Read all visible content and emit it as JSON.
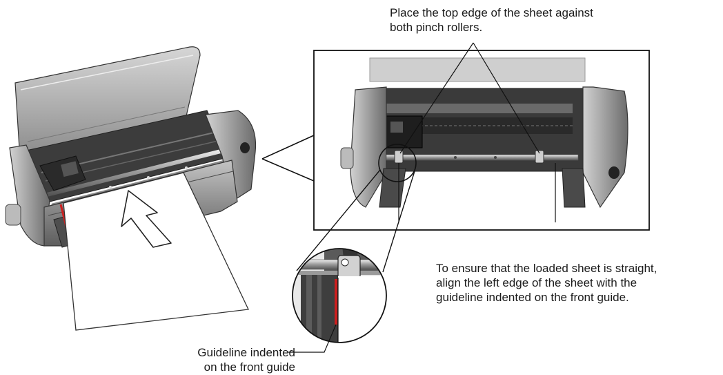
{
  "annotations": {
    "pinch_rollers": "Place the top edge of the sheet against\nboth pinch rollers.",
    "straight_sheet": "To ensure that the loaded sheet is straight,\nalign the left edge of the sheet with the\nguideline indented on the front guide.",
    "guideline": "Guideline indented\non the front guide"
  },
  "colors": {
    "guideline_mark": "#cc1f1f",
    "printer_body": "#9a9a9a",
    "printer_dark": "#3a3a3a",
    "cover": "#b9b9b9",
    "outline": "#1a1a1a"
  }
}
